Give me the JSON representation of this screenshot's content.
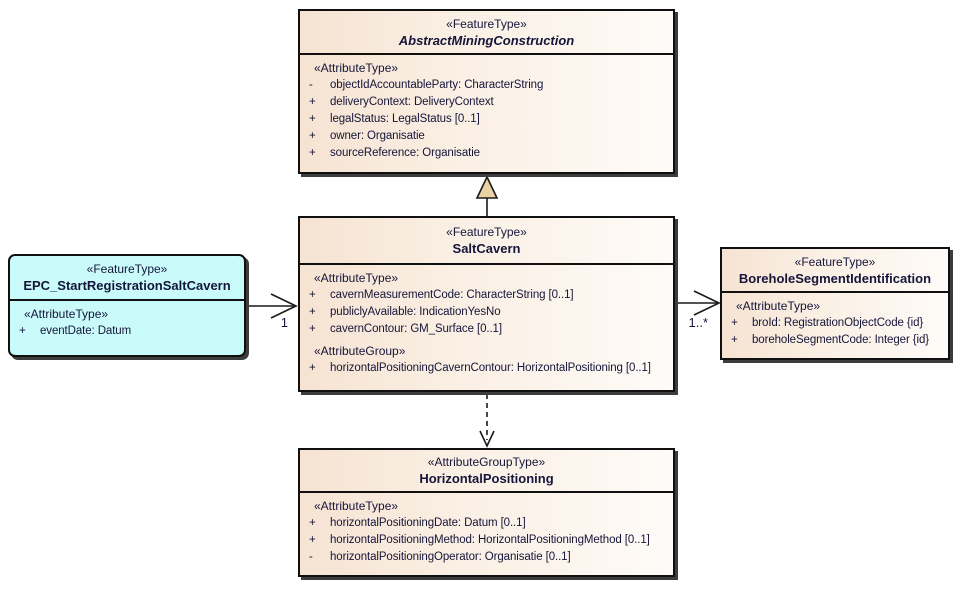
{
  "colors": {
    "entity_fill_left": "#F6E3D2",
    "entity_fill_right": "#FEFBF8",
    "event_fill": "#C9FBFB",
    "border": "#101010",
    "shadow": "#3D3D3D",
    "generalization_triangle_fill": "#EAD2A2",
    "text": "#15153A",
    "background": "#FFFFFF"
  },
  "classes": {
    "amc": {
      "stereotype": "«FeatureType»",
      "name": "AbstractMiningConstruction",
      "attr_stereotype": "«AttributeType»",
      "attributes": [
        {
          "vis": "-",
          "text": "objectIdAccountableParty: CharacterString"
        },
        {
          "vis": "+",
          "text": "deliveryContext: DeliveryContext"
        },
        {
          "vis": "+",
          "text": "legalStatus: LegalStatus [0..1]"
        },
        {
          "vis": "+",
          "text": "owner: Organisatie"
        },
        {
          "vis": "+",
          "text": "sourceReference: Organisatie"
        }
      ]
    },
    "saltcavern": {
      "stereotype": "«FeatureType»",
      "name": "SaltCavern",
      "attr_stereotype": "«AttributeType»",
      "attributes": [
        {
          "vis": "+",
          "text": "cavernMeasurementCode: CharacterString [0..1]"
        },
        {
          "vis": "+",
          "text": "publiclyAvailable: IndicationYesNo"
        },
        {
          "vis": "+",
          "text": "cavernContour: GM_Surface [0..1]"
        }
      ],
      "group_stereotype": "«AttributeGroup»",
      "group_attributes": [
        {
          "vis": "+",
          "text": "horizontalPositioningCavernContour: HorizontalPositioning [0..1]"
        }
      ]
    },
    "epc": {
      "stereotype": "«FeatureType»",
      "name": "EPC_StartRegistrationSaltCavern",
      "attr_stereotype": "«AttributeType»",
      "attributes": [
        {
          "vis": "+",
          "text": "eventDate: Datum"
        }
      ]
    },
    "borehole": {
      "stereotype": "«FeatureType»",
      "name": "BoreholeSegmentIdentification",
      "attr_stereotype": "«AttributeType»",
      "attributes": [
        {
          "vis": "+",
          "text": "broId: RegistrationObjectCode {id}"
        },
        {
          "vis": "+",
          "text": "boreholeSegmentCode: Integer {id}"
        }
      ]
    },
    "hp": {
      "stereotype": "«AttributeGroupType»",
      "name": "HorizontalPositioning",
      "attr_stereotype": "«AttributeType»",
      "attributes": [
        {
          "vis": "+",
          "text": "horizontalPositioningDate: Datum [0..1]"
        },
        {
          "vis": "+",
          "text": "horizontalPositioningMethod: HorizontalPositioningMethod [0..1]"
        },
        {
          "vis": "-",
          "text": "horizontalPositioningOperator: Organisatie [0..1]"
        }
      ]
    }
  },
  "connectors": {
    "generalization": {
      "type": "generalization"
    },
    "dependency": {
      "type": "dependency"
    },
    "epc_to_saltcavern": {
      "type": "association",
      "multiplicity": "1"
    },
    "saltcavern_to_borehole": {
      "type": "association",
      "multiplicity": "1..*"
    }
  }
}
